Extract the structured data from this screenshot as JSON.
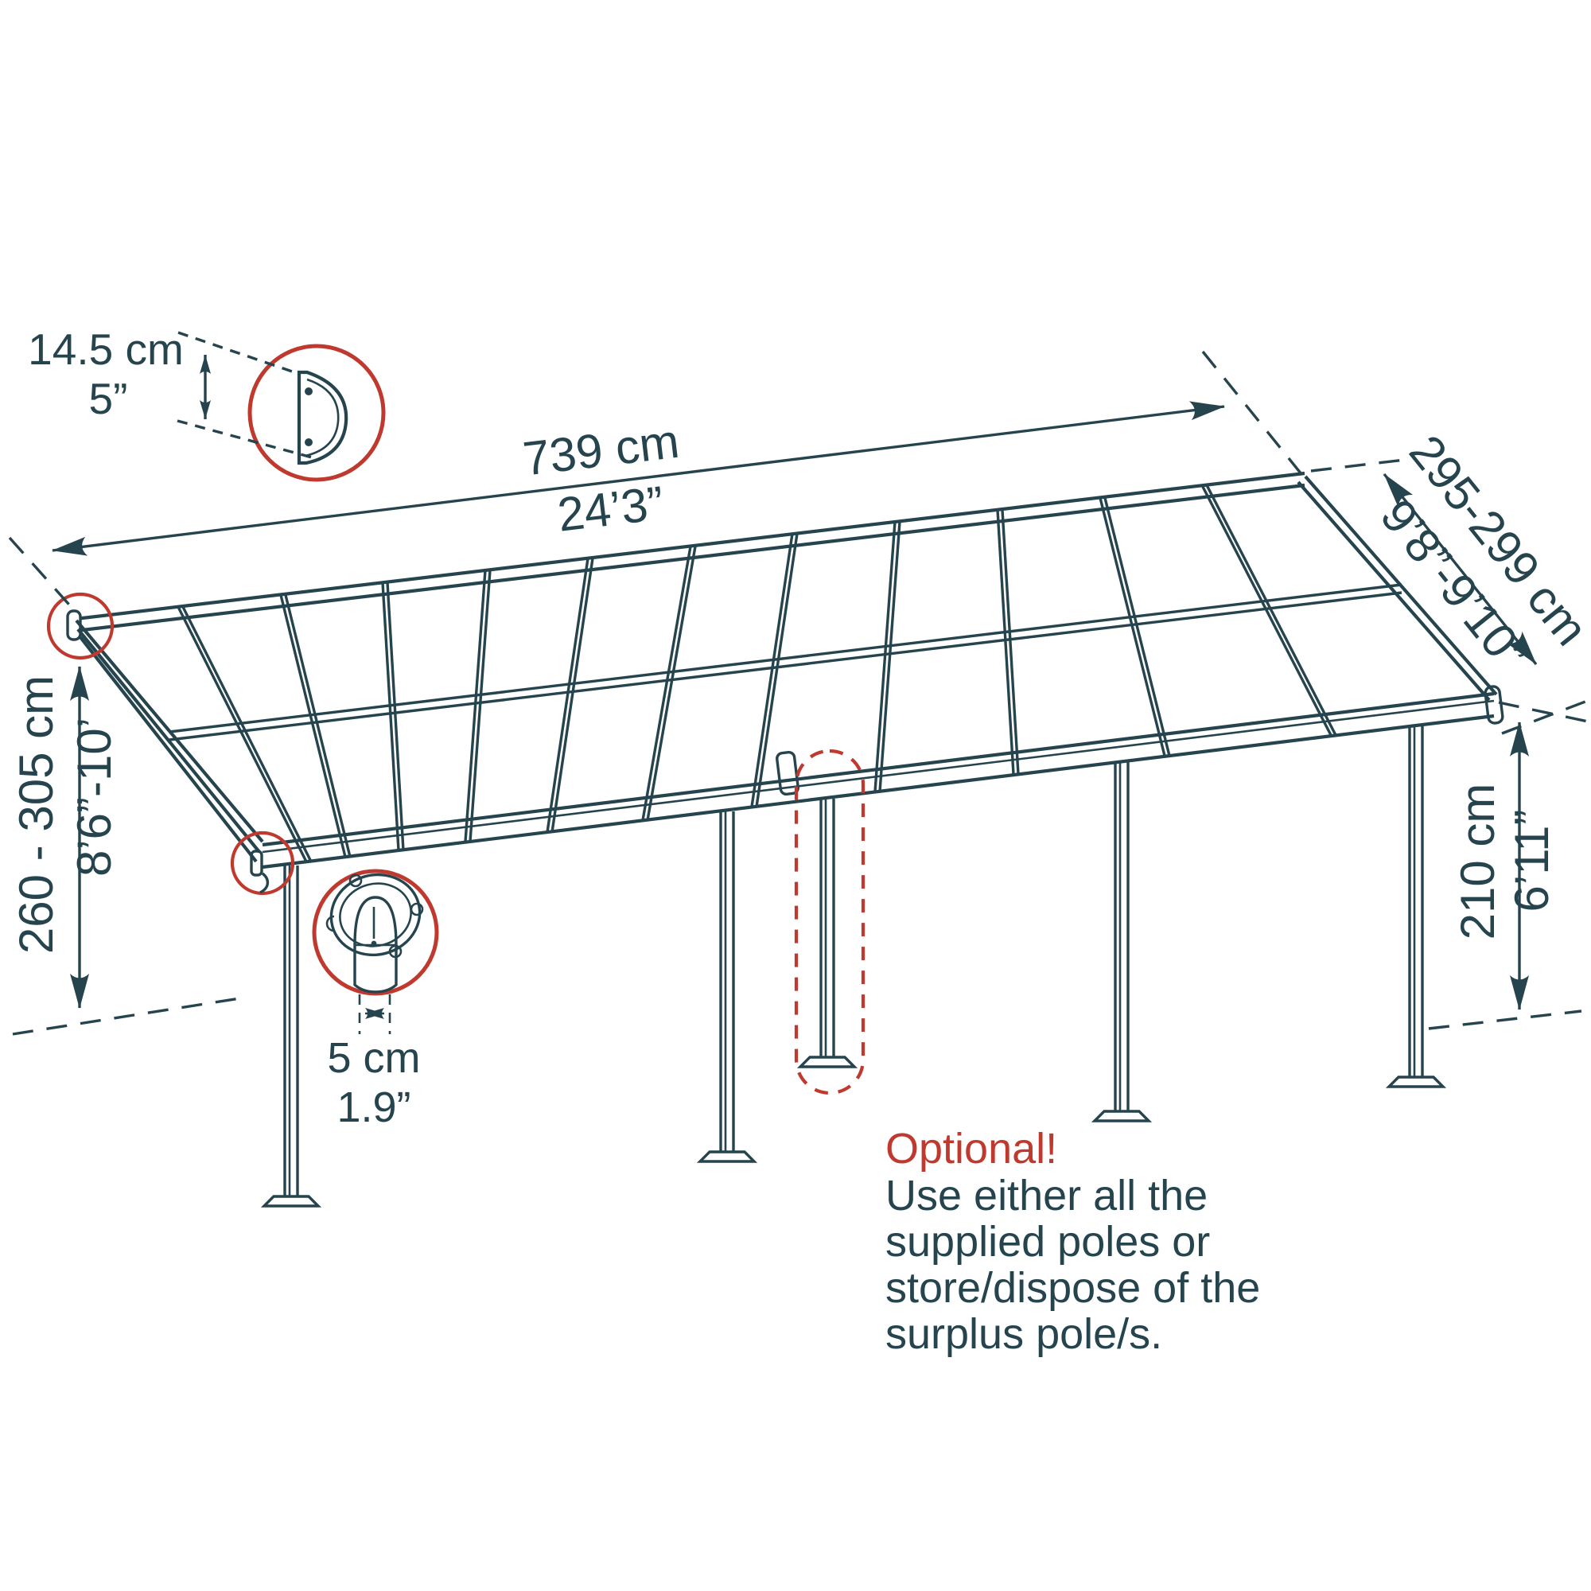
{
  "colors": {
    "ink": "#26444e",
    "red": "#bf392e",
    "background": "#ffffff"
  },
  "annotations": {
    "profile_height": {
      "metric": "14.5 cm",
      "imperial": "5”"
    },
    "length": {
      "metric": "739 cm",
      "imperial": "24’3”"
    },
    "depth": {
      "metric": "295-299 cm",
      "imperial": "9’8”-9’10”"
    },
    "height_range": {
      "metric": "260 - 305 cm",
      "imperial": "8’6”-10’"
    },
    "post_height": {
      "metric": "210 cm",
      "imperial": "6’11”"
    },
    "post_width": {
      "metric": "5 cm",
      "imperial": "1.9”"
    },
    "optional_note": {
      "title": "Optional!",
      "line1": "Use either all the",
      "line2": "supplied poles or",
      "line3": "store/dispose of the",
      "line4": "surplus pole/s."
    }
  }
}
